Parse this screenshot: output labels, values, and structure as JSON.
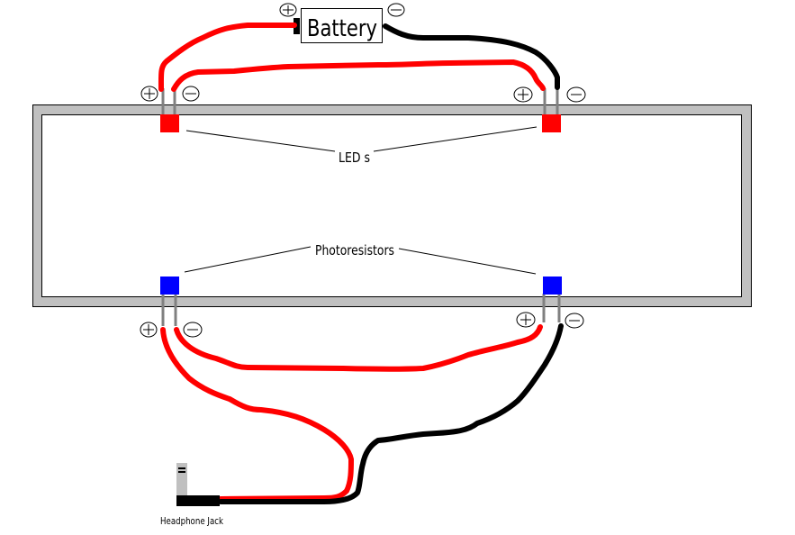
{
  "diagram": {
    "battery": {
      "label": "Battery",
      "positive_symbol": "+",
      "negative_symbol": "−"
    },
    "labels": {
      "leds": "LED s",
      "photoresistors": "Photoresistors",
      "headphone_jack": "Headphone Jack"
    },
    "components": {
      "leds": [
        {
          "id": "led-left",
          "color": "#ff0000"
        },
        {
          "id": "led-right",
          "color": "#ff0000"
        }
      ],
      "photoresistors": [
        {
          "id": "photoresistor-left",
          "color": "#0000ff"
        },
        {
          "id": "photoresistor-right",
          "color": "#0000ff"
        }
      ]
    },
    "colors": {
      "positive_wire": "#ff0000",
      "negative_wire": "#000000",
      "frame_fill": "#c0c0c0",
      "lead": "#808080",
      "jack_body": "#000000",
      "jack_tip": "#c0c0c0"
    }
  }
}
